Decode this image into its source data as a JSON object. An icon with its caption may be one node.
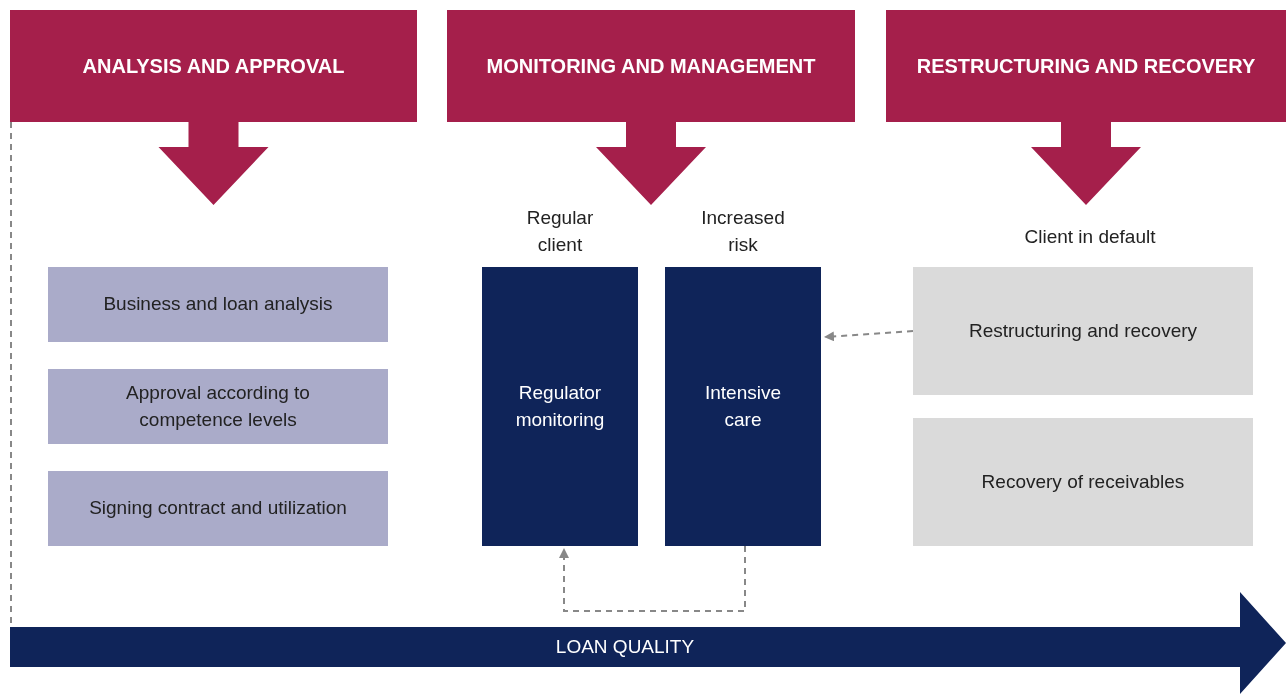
{
  "diagram": {
    "nodes": [
      {
        "text": [
          "ANALYSIS AND APPROVAL"
        ]
      },
      {
        "text": [
          "MONITORING AND MANAGEMENT"
        ]
      },
      {
        "text": [
          "RESTRUCTURING AND RECOVERY"
        ]
      },
      {
        "text": [
          "Business and loan analysis"
        ]
      },
      {
        "text": [
          "Approval according to competence levels"
        ]
      },
      {
        "text": [
          "Signing contract and utilization"
        ]
      },
      {
        "text": [
          "Regulator monitoring"
        ],
        "beside": [
          "Regular client"
        ]
      },
      {
        "text": [
          "Intensive care"
        ],
        "beside": [
          "Increased risk"
        ]
      },
      {
        "text": [
          "Restructuring and recovery"
        ],
        "beside": [
          "Client in default"
        ]
      },
      {
        "text": [
          "Recovery of receivables"
        ]
      },
      {
        "text": [
          "LOAN QUALITY"
        ]
      }
    ],
    "edges": [
      {
        "from": 8,
        "to": 7,
        "arrow": "to",
        "style": "dashed"
      },
      {
        "from": 7,
        "to": 6,
        "arrow": "to",
        "style": "dashed"
      },
      {
        "from": 0,
        "to": 10,
        "arrow": "none",
        "style": "dashed"
      },
      {
        "from": 0,
        "to": null,
        "arrow": "to",
        "style": "thick",
        "color": "#a51f4b"
      },
      {
        "from": 1,
        "to": null,
        "arrow": "to",
        "style": "thick",
        "color": "#a51f4b"
      },
      {
        "from": 2,
        "to": null,
        "arrow": "to",
        "style": "thick",
        "color": "#a51f4b"
      }
    ]
  }
}
